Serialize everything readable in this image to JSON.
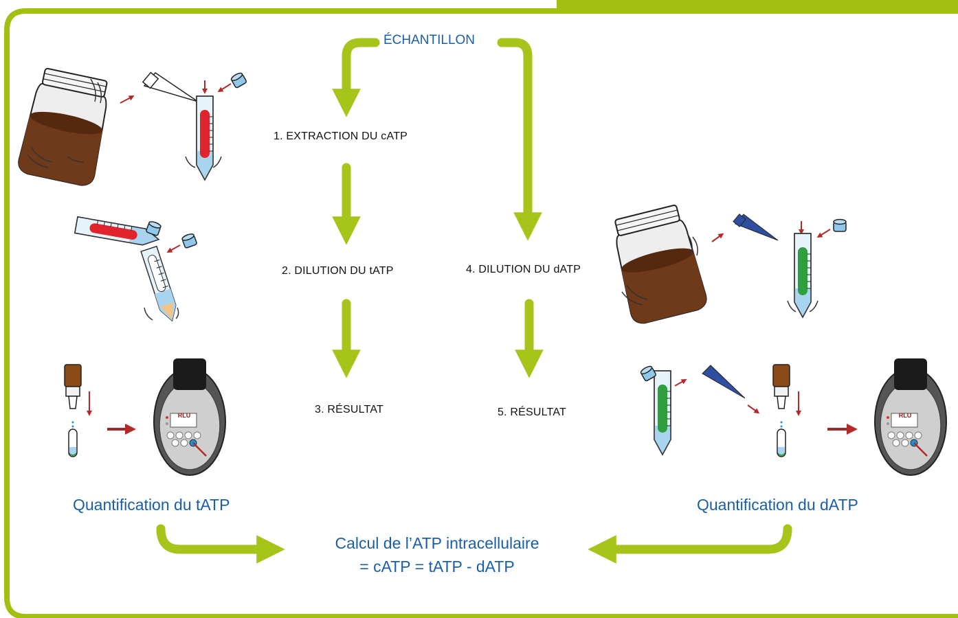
{
  "sample_label": "ÉCHANTILLON",
  "steps": {
    "step1": "1. EXTRACTION DU cATP",
    "step2": "2. DILUTION DU tATP",
    "step3": "3. RÉSULTAT",
    "step4": "4. DILUTION DU dATP",
    "step5": "5. RÉSULTAT"
  },
  "quant_left": "Quantification du tATP",
  "quant_right": "Quantification du dATP",
  "result": {
    "line1": "Calcul de l’ATP intracellulaire",
    "line2": "= cATP = tATP - dATP"
  },
  "device_screen_text": "RLU",
  "colors": {
    "frame_green": "#a3c010",
    "arrow_green": "#a6c41a",
    "text_blue": "#1b5ea8",
    "arrow_red": "#b22a2a",
    "liquid_red": "#e0242b",
    "liquid_green": "#2e9e3e",
    "sample_brown": "#6e3a1a",
    "tube_blue": "#a9d4ef",
    "pipette_blue": "#2e4fa0"
  }
}
